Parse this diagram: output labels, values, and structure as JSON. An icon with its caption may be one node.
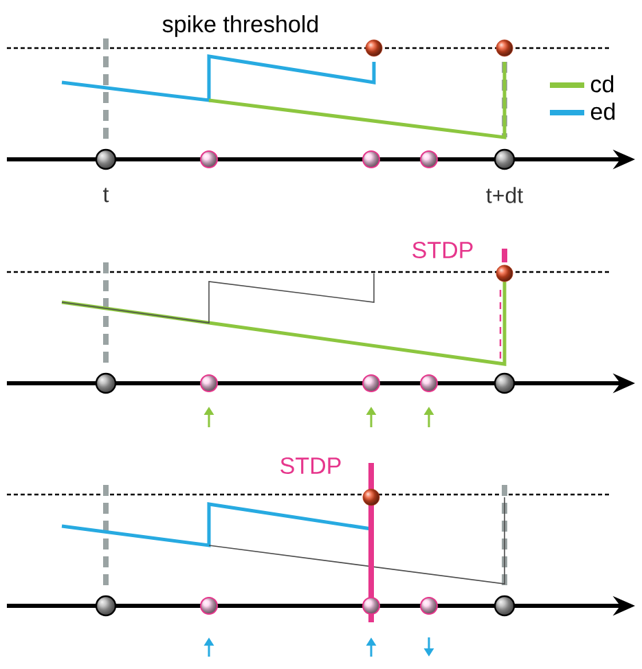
{
  "diagram": {
    "labels": [
      "spike threshold",
      "t",
      "t+dt",
      "STDP",
      "STDP"
    ],
    "legend": [
      {
        "text": "cd",
        "color": "#8cc63f"
      },
      {
        "text": "ed",
        "color": "#27aae1"
      }
    ]
  }
}
